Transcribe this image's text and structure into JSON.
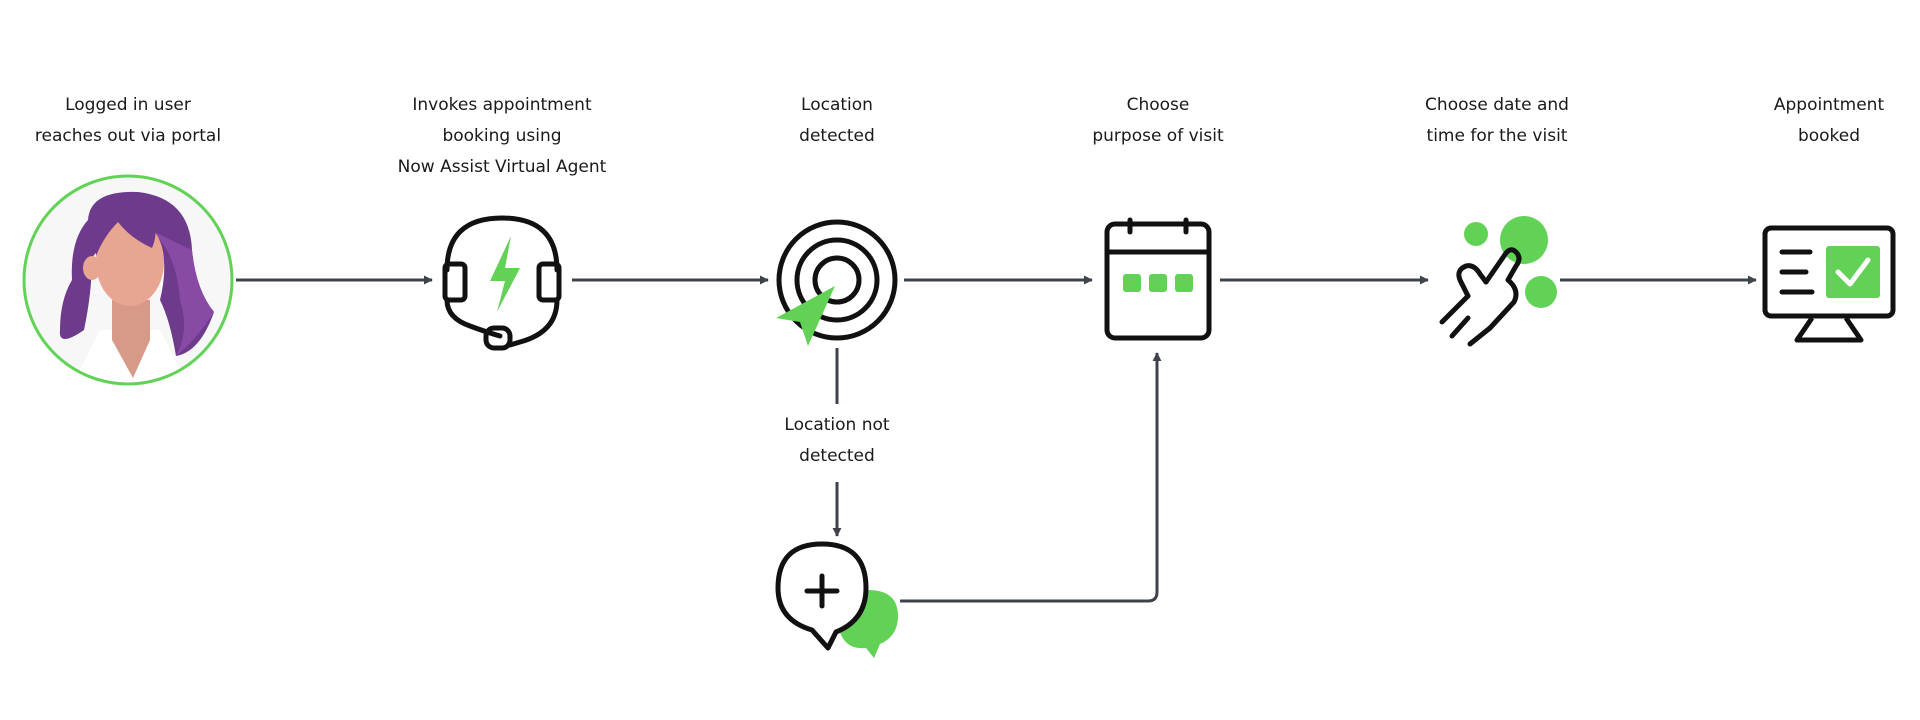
{
  "diagram": {
    "steps": [
      {
        "id": "user",
        "icon": "user-avatar-icon",
        "label_lines": [
          "Logged in user",
          "reaches out via portal"
        ]
      },
      {
        "id": "agent",
        "icon": "headset-bolt-icon",
        "label_lines": [
          "Invokes appointment",
          "booking using",
          "Now Assist Virtual Agent"
        ]
      },
      {
        "id": "location",
        "icon": "location-target-icon",
        "label_lines": [
          "Location",
          "detected"
        ]
      },
      {
        "id": "purpose",
        "icon": "calendar-icon",
        "label_lines": [
          "Choose",
          "purpose of visit"
        ]
      },
      {
        "id": "datetime",
        "icon": "hand-tap-icon",
        "label_lines": [
          "Choose date and",
          "time for the visit"
        ]
      },
      {
        "id": "booked",
        "icon": "monitor-check-icon",
        "label_lines": [
          "Appointment",
          "booked"
        ]
      }
    ],
    "branch": {
      "label_lines": [
        "Location not",
        "detected"
      ],
      "icon": "chat-add-icon"
    },
    "colors": {
      "accent": "#62d256",
      "stroke": "#111111",
      "arrow": "#3e434b",
      "avatar_hair": "#6e3a8c",
      "avatar_skin": "#e8a592"
    }
  }
}
